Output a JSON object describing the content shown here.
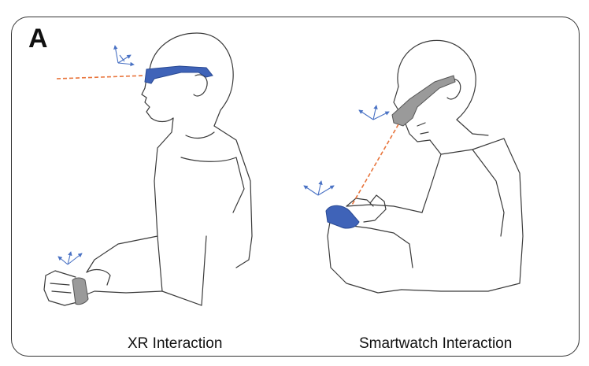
{
  "panel_label": "A",
  "captions": {
    "left": "XR Interaction",
    "right": "Smartwatch Interaction"
  },
  "colors": {
    "device_blue": "#3f63b8",
    "device_gray": "#9a9a9a",
    "gaze_line": "#e8743b",
    "axis_blue": "#4a72c4",
    "outline": "#3a3a3a"
  },
  "icons": [
    "xr-glasses-icon",
    "smartwatch-icon",
    "coordinate-axes-icon"
  ]
}
